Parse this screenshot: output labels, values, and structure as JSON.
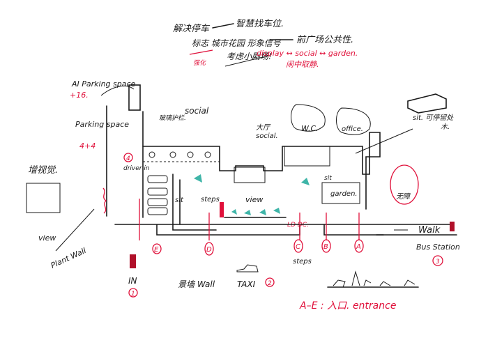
{
  "notes": {
    "line1_a": "解决停车",
    "line1_b": "智慧找车位.",
    "line2_a": "标志 城市花园 形象信号",
    "line2_b": "前广场公共性.",
    "line3": "考虑小剧场!",
    "red_under": "强化",
    "red_concept": "display ↔ social ↔ garden.",
    "red_quiet": "闹中取静."
  },
  "labels": {
    "ai_parking": "AI Parking space",
    "ai_parking_count": "+16.",
    "parking_space": "Parking space",
    "parking_count": "4+4",
    "visual": "增视觉.",
    "glass_rail": "玻璃护栏.",
    "social_top": "social",
    "hall": "大厅",
    "hall_social": "social.",
    "wc": "W.C.",
    "office": "office.",
    "sit_stay": "sit. 可停留处",
    "wood": "木.",
    "driver_in": "driver in",
    "num4": "4",
    "sit_left": "sit",
    "steps_inner": "steps",
    "view_center": "view",
    "sit_garden": "sit",
    "garden": "garden.",
    "accessible": "无障",
    "ld_dc": "LD DC.",
    "view_left": "view",
    "plant_wall": "Plant Wall",
    "in": "IN",
    "num1": "1",
    "landscape_wall": "景墙 Wall",
    "taxi": "TAXI",
    "num2": "2",
    "steps_bottom": "steps",
    "walk": "Walk",
    "bus_station": "Bus Station",
    "num3": "3",
    "legend": "A–E : 入口. entrance"
  },
  "entrances": [
    "A",
    "B",
    "C",
    "D",
    "E"
  ],
  "colors": {
    "ink": "#1a1a1a",
    "accent": "#e0103a",
    "garden_fill": "#f3ec8a",
    "glass": "#3fb5a8"
  }
}
